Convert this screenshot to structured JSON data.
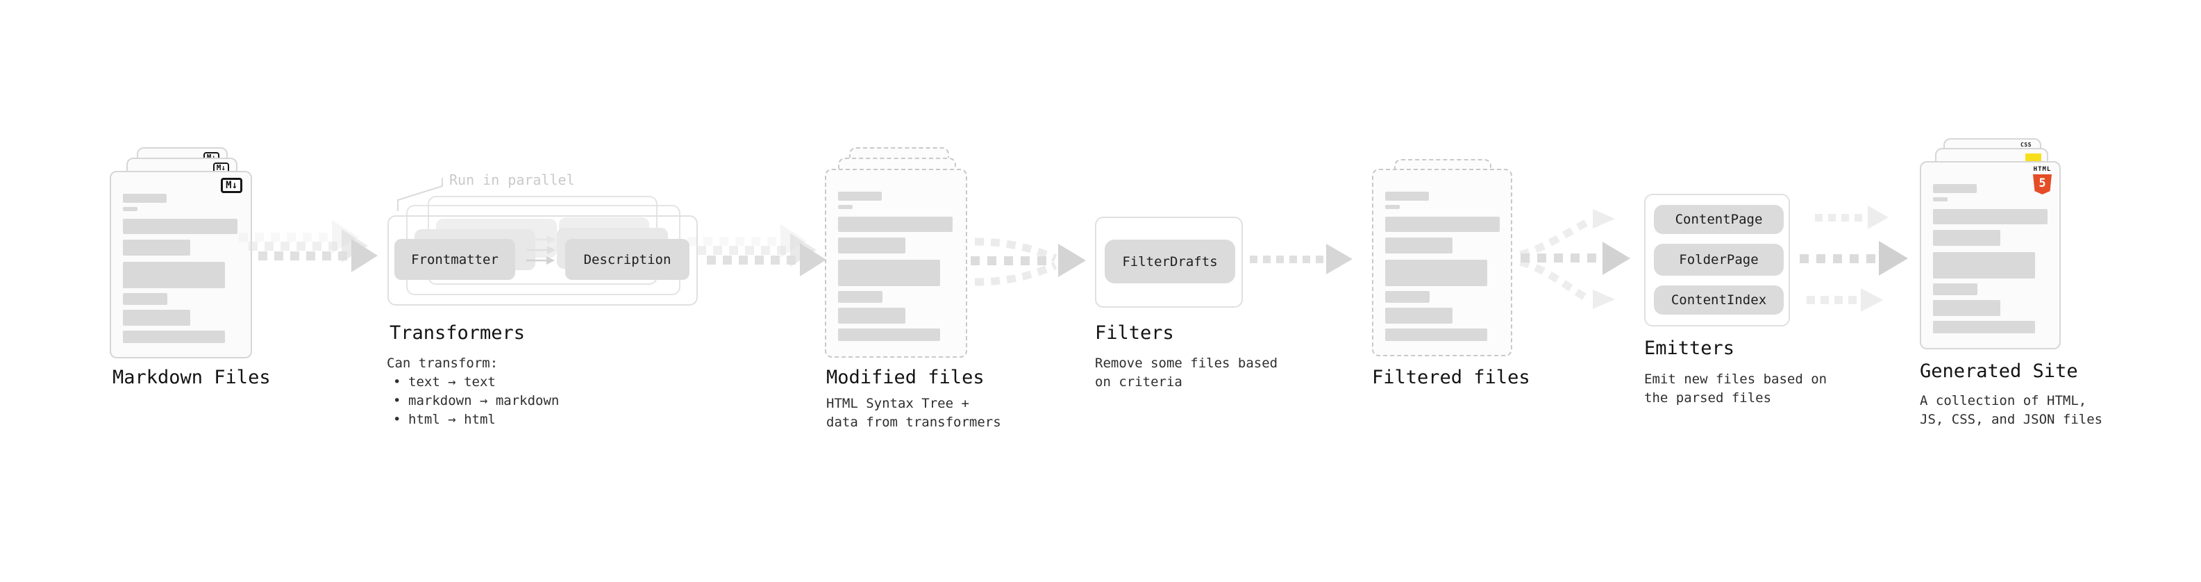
{
  "stages": {
    "markdown": {
      "label": "Markdown Files",
      "badge": "M↓"
    },
    "transformers": {
      "label": "Transformers",
      "annotation": "Run in parallel",
      "frontmatter": "Frontmatter",
      "description": "Description",
      "desc_heading": "Can transform:",
      "bullet_char": "•",
      "bullets": [
        "text → text",
        "markdown → markdown",
        "html → html"
      ]
    },
    "modified": {
      "label": "Modified files",
      "desc_lines": [
        "HTML Syntax Tree +",
        "data from transformers"
      ]
    },
    "filters": {
      "label": "Filters",
      "box": "FilterDrafts",
      "desc_lines": [
        "Remove some files based",
        "on criteria"
      ]
    },
    "filtered": {
      "label": "Filtered files"
    },
    "emitters": {
      "label": "Emitters",
      "boxes": [
        "ContentPage",
        "FolderPage",
        "ContentIndex"
      ],
      "desc_lines": [
        "Emit new files based on",
        "the parsed files"
      ]
    },
    "generated": {
      "label": "Generated Site",
      "desc_lines": [
        "A collection of HTML,",
        "JS, CSS, and JSON files"
      ],
      "badges": {
        "css": "CSS",
        "html_word": "HTML",
        "html_number": "5"
      }
    }
  },
  "colors": {
    "html5_orange": "#e44d26",
    "js_yellow": "#f7df1e",
    "css_blue": "#2f6be8",
    "skeleton_gray": "#d9d9d9",
    "arrow_gray": "#dcdcdc"
  }
}
